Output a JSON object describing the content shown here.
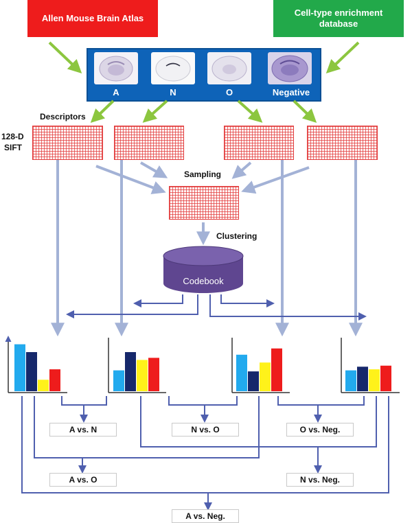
{
  "sources": {
    "allen": "Allen Mouse Brain Atlas",
    "celltype_line1": "Cell-type enrichment",
    "celltype_line2": "database"
  },
  "thumbnails": [
    {
      "label": "A"
    },
    {
      "label": "N"
    },
    {
      "label": "O"
    },
    {
      "label": "Negative"
    }
  ],
  "labels": {
    "descriptors": "Descriptors",
    "sift_line1": "128-D",
    "sift_line2": "SIFT",
    "sampling": "Sampling",
    "clustering": "Clustering",
    "codebook": "Codebook"
  },
  "comparisons": {
    "a_vs_n": "A vs. N",
    "n_vs_o": "N vs. O",
    "o_vs_neg": "O vs. Neg.",
    "a_vs_o": "A vs. O",
    "n_vs_neg": "N vs. Neg.",
    "a_vs_neg": "A vs. Neg."
  },
  "colors": {
    "red_source": "#ee1c1c",
    "green_source": "#22a94a",
    "panel_blue": "#0e63b8",
    "arrow_green": "#8cc63f",
    "arrow_lavender": "#a3b2d6",
    "line_blue": "#4f5fae",
    "codebook_purple": "#5f4690"
  },
  "chart_data": [
    {
      "type": "bar",
      "series": [
        {
          "values": [
            0.9,
            0.75,
            0.22,
            0.42
          ]
        }
      ],
      "colors": [
        "#22aaee",
        "#16286b",
        "#fff21a",
        "#ee1c1c"
      ]
    },
    {
      "type": "bar",
      "series": [
        {
          "values": [
            0.4,
            0.75,
            0.6,
            0.64
          ]
        }
      ],
      "colors": [
        "#22aaee",
        "#16286b",
        "#fff21a",
        "#ee1c1c"
      ]
    },
    {
      "type": "bar",
      "series": [
        {
          "values": [
            0.7,
            0.38,
            0.55,
            0.82
          ]
        }
      ],
      "colors": [
        "#22aaee",
        "#16286b",
        "#fff21a",
        "#ee1c1c"
      ]
    },
    {
      "type": "bar",
      "series": [
        {
          "values": [
            0.4,
            0.47,
            0.42,
            0.49
          ]
        }
      ],
      "colors": [
        "#22aaee",
        "#16286b",
        "#fff21a",
        "#ee1c1c"
      ]
    }
  ]
}
